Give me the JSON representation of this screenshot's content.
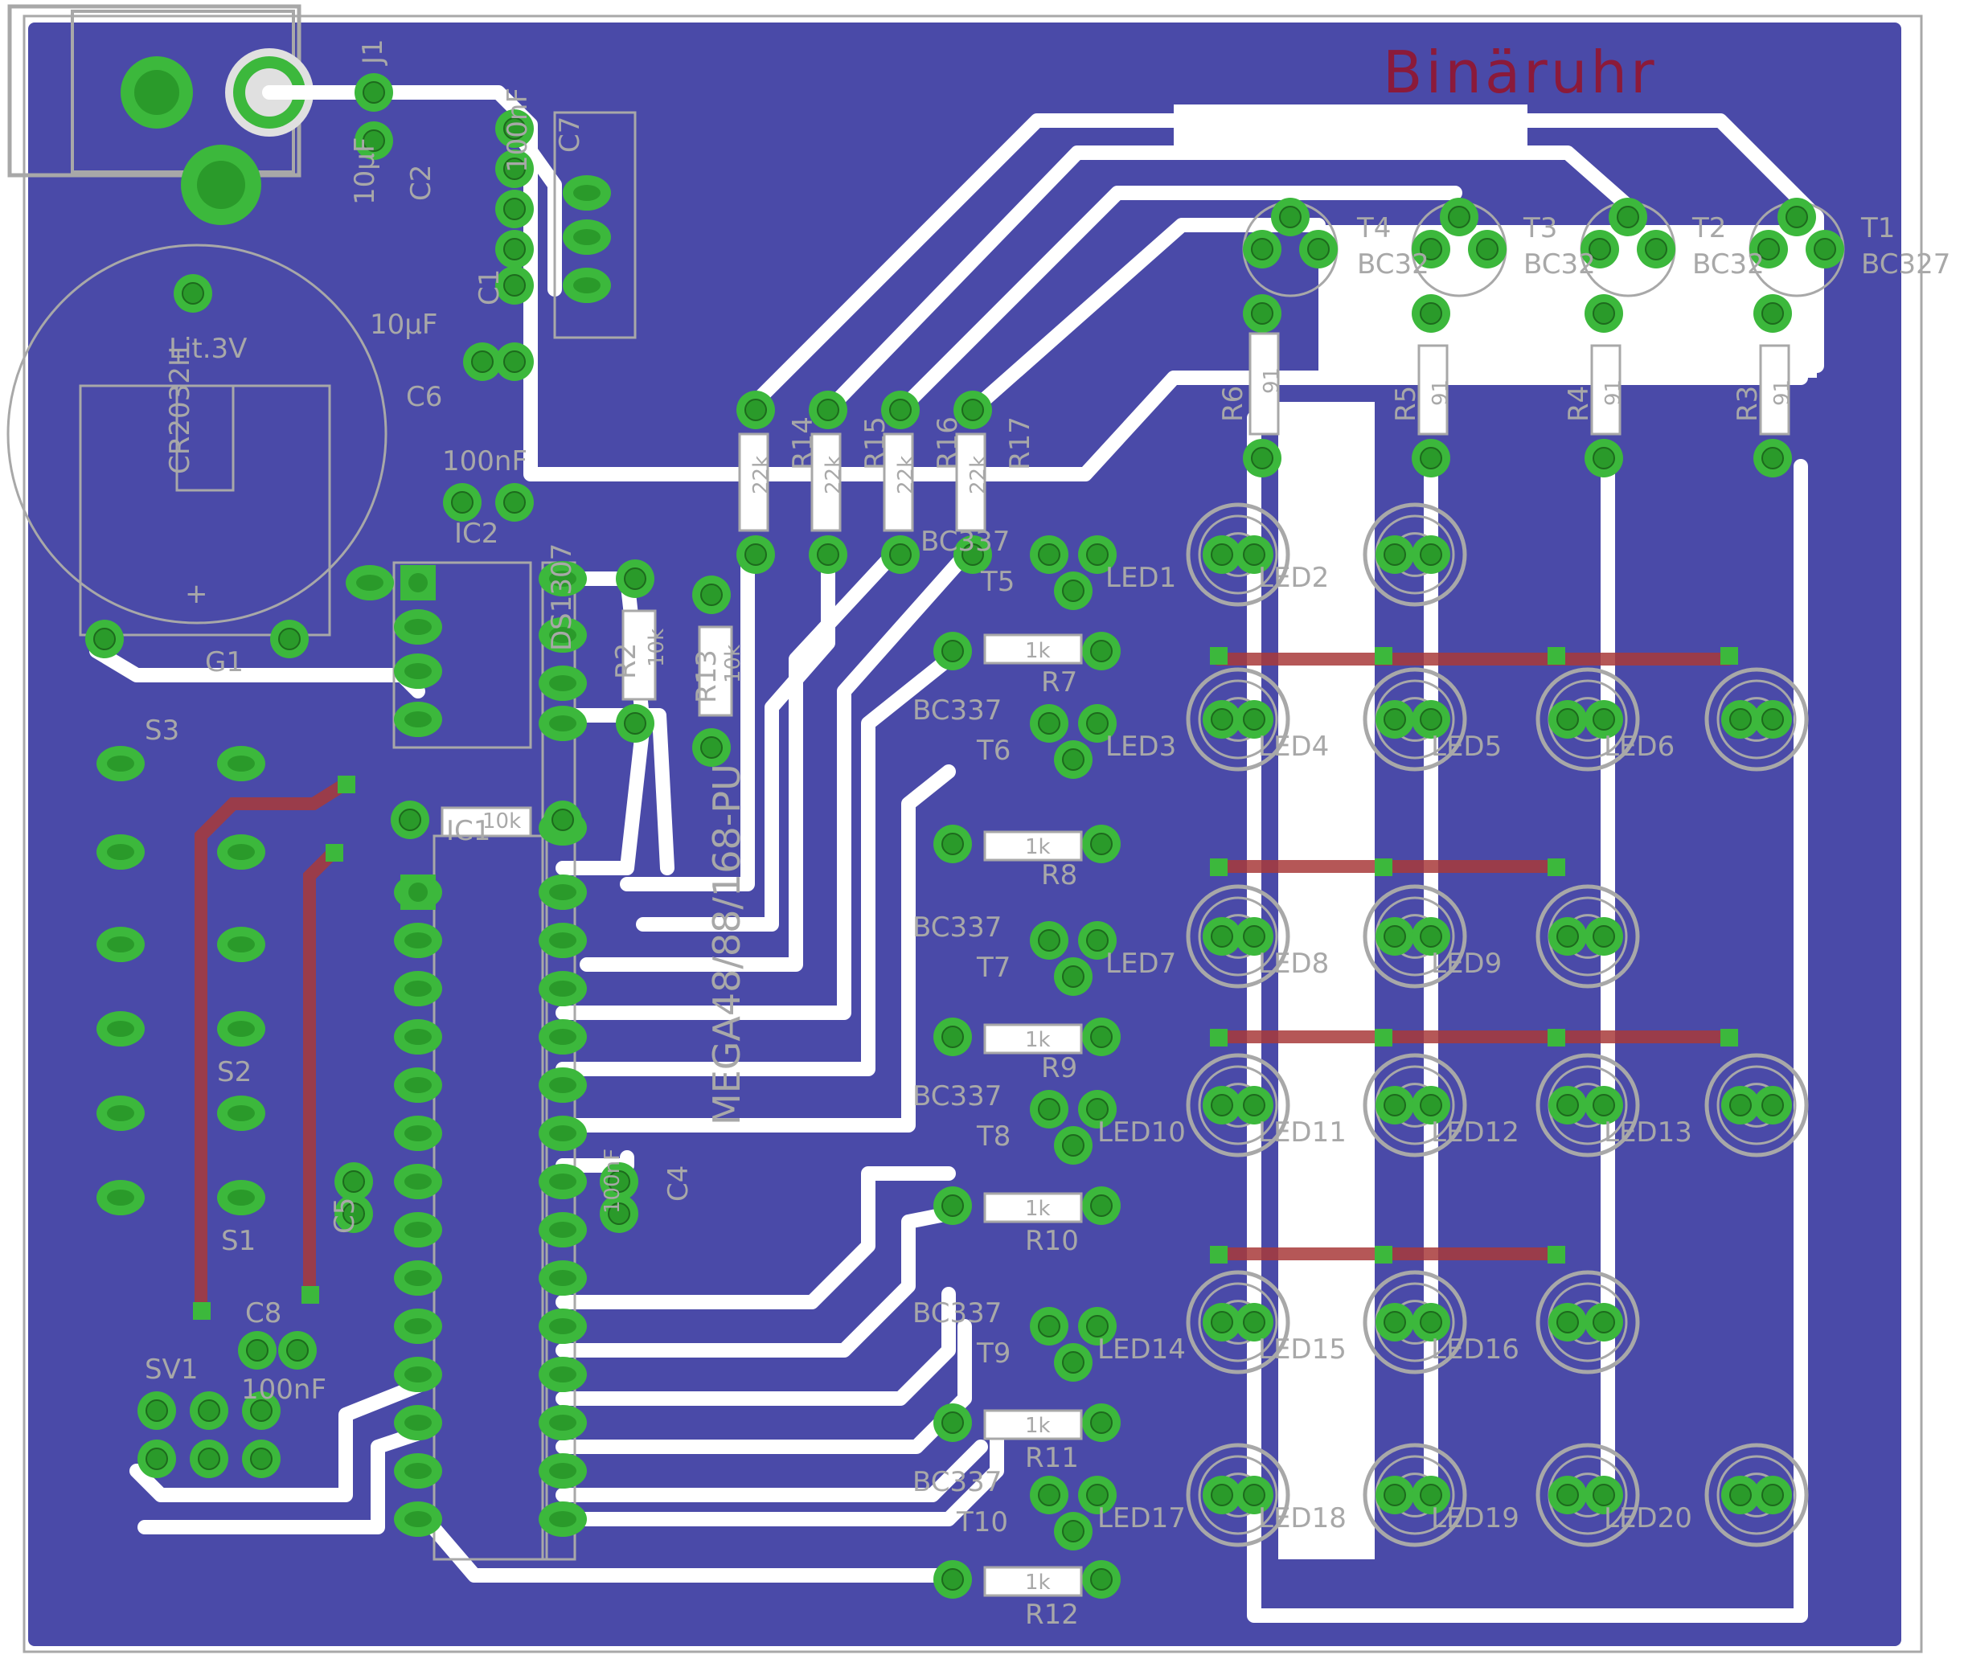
{
  "board": {
    "title": "Binäruhr",
    "colors": {
      "board": "#4a4aa8",
      "silk": "#a8a8a8",
      "pad": "#2a9a2a",
      "pad_ring": "#3cb83c",
      "bottom_trace": "#a83a3a",
      "title_color": "#8b1a3a"
    }
  },
  "labels": {
    "j1": "J1",
    "c2": "C2",
    "c2_val": "10µF",
    "c1": "C1",
    "c1_val": "10µF",
    "c7_val": "100nF",
    "c7": "C7",
    "c6": "C6",
    "ic2_cap": "100nF",
    "ic2": "IC2",
    "ds1307": "DS1307",
    "battery": "Lit.3V",
    "battery_type": "CR2032H",
    "g1": "G1",
    "plus": "+",
    "minus": "−",
    "s3": "S3",
    "s2": "S2",
    "s1": "S1",
    "c5": "C5",
    "c8": "C8",
    "c8_val": "100nF",
    "sv1": "SV1",
    "ic1": "IC1",
    "ic1_val": "10k",
    "mcu": "MEGA48/88/168-PU",
    "c4": "C4",
    "c3_val": "100nF",
    "r2": "R2",
    "r2_val": "10k",
    "r13": "R13",
    "r13_val": "10k",
    "t4": "T4",
    "t3": "T3",
    "t2": "T2",
    "t1": "T1",
    "bc327": "BC327",
    "bc32": "BC32",
    "r6": "R6",
    "r5": "R5",
    "r4": "R4",
    "r3": "R3",
    "r_val_91": "91",
    "r14": "R14",
    "r15": "R15",
    "r16": "R16",
    "r17": "R17",
    "r_val_22k": "22k",
    "bc337": "BC337",
    "t5": "T5",
    "t6": "T6",
    "t7": "T7",
    "t8": "T8",
    "t9": "T9",
    "t10": "T10",
    "r7": "R7",
    "r8": "R8",
    "r9": "R9",
    "r10": "R10",
    "r11": "R11",
    "r12": "R12",
    "r_val_1k": "1k",
    "led1": "LED1",
    "led2": "LED2",
    "led3": "LED3",
    "led4": "LED4",
    "led5": "LED5",
    "led6": "LED6",
    "led7": "LED7",
    "led8": "LED8",
    "led9": "LED9",
    "led10": "LED10",
    "led11": "LED11",
    "led12": "LED12",
    "led13": "LED13",
    "led14": "LED14",
    "led15": "LED15",
    "led16": "LED16",
    "led17": "LED17",
    "led18": "LED18",
    "led19": "LED19",
    "led20": "LED20"
  }
}
